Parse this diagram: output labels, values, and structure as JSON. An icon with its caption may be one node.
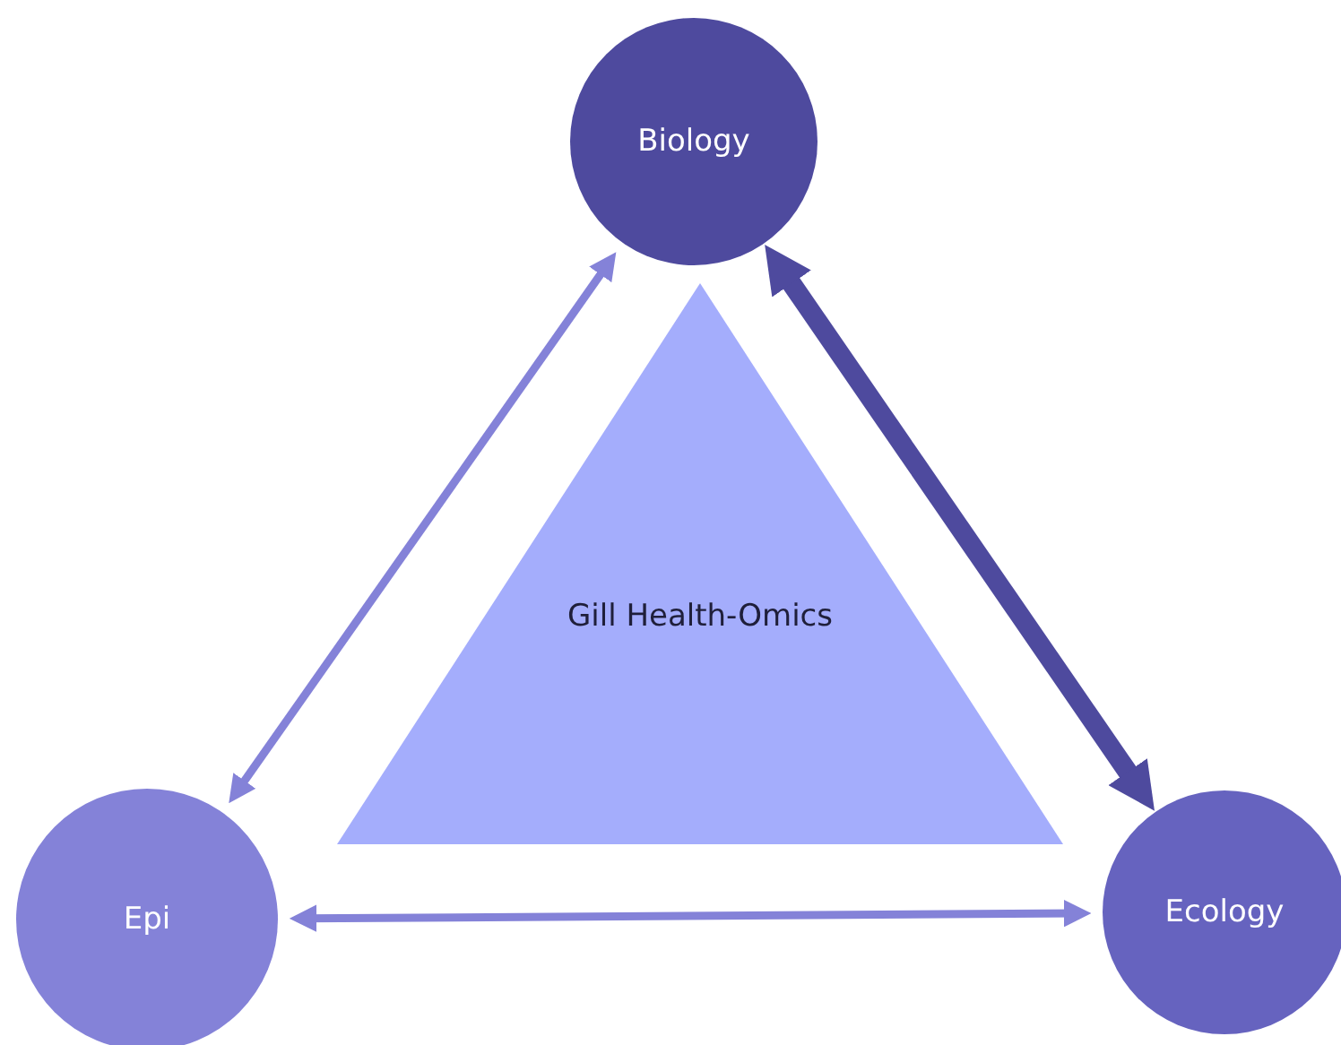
{
  "diagram": {
    "nodes": [
      {
        "text": [
          "Biology"
        ]
      },
      {
        "text": [
          "Gill Health-Omics"
        ]
      },
      {
        "text": [
          "Epi"
        ]
      },
      {
        "text": [
          "Ecology"
        ]
      }
    ],
    "edges": [
      {
        "from": 2,
        "to": 0,
        "arrow": "both"
      },
      {
        "from": 0,
        "to": 3,
        "arrow": "both",
        "style": "thick",
        "color": "#4e4a9e"
      },
      {
        "from": 2,
        "to": 3,
        "arrow": "both"
      }
    ]
  }
}
